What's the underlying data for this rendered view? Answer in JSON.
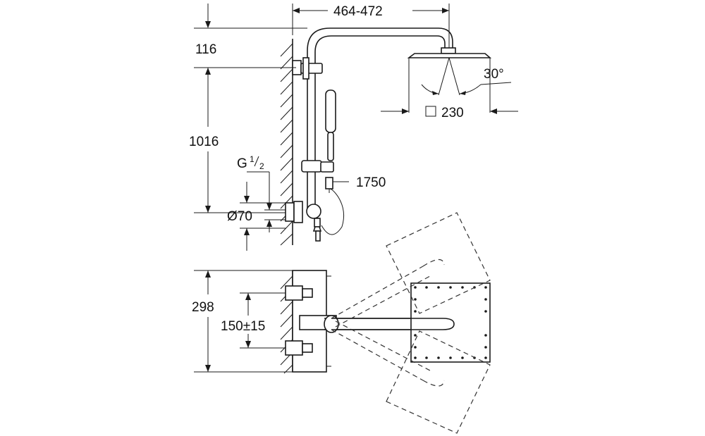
{
  "dimensions": {
    "arm_length": "464-472",
    "top_offset": "116",
    "rail_height": "1016",
    "thread": "G",
    "thread_num": "1",
    "thread_den": "2",
    "inlet_diameter": "Ø70",
    "hose_length": "1750",
    "spray_angle": "30°",
    "head_size": "230",
    "plan_depth": "298",
    "inlet_spacing": "150±15"
  }
}
